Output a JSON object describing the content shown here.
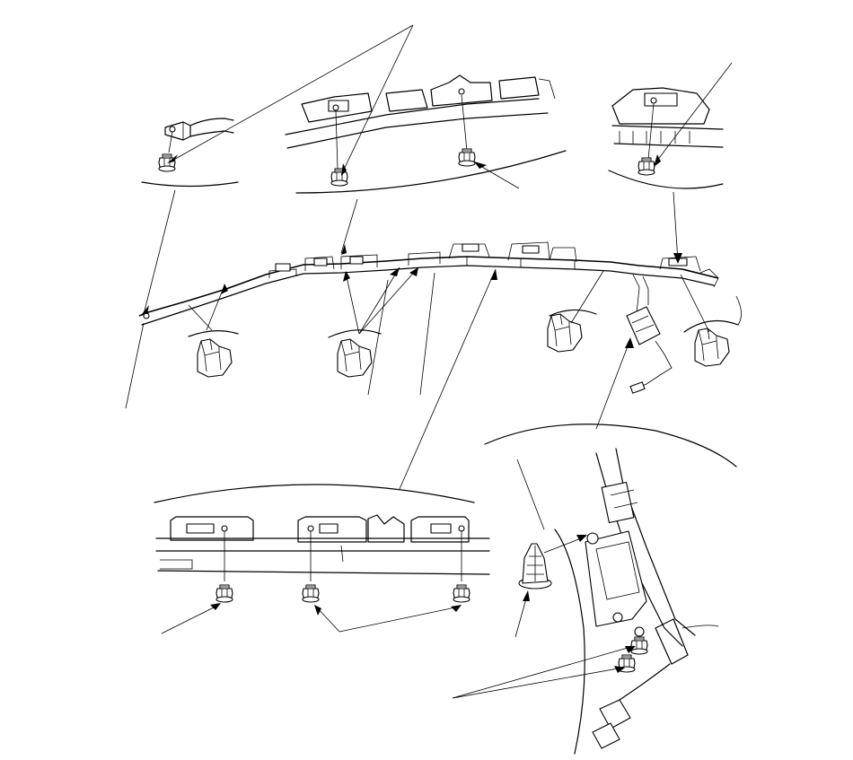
{
  "diagram": {
    "kind": "exploded assembly illustration",
    "line_color": "#000000",
    "background_color": "#ffffff",
    "labels": [],
    "parts": [
      {
        "id": "airbag-harness",
        "icon": "curtain-airbag-module"
      },
      {
        "id": "bolt",
        "icon": "hex-bolt-icon",
        "count_shown": 8
      },
      {
        "id": "clip",
        "icon": "clip-icon",
        "count_shown": 4
      },
      {
        "id": "push-clip",
        "icon": "push-clip-icon",
        "count_shown": 1
      },
      {
        "id": "inflator",
        "icon": "inflator-icon",
        "count_shown": 1
      },
      {
        "id": "connector",
        "icon": "connector-icon",
        "count_shown": 1
      }
    ],
    "callout_views": [
      {
        "id": "front-bracket-detail"
      },
      {
        "id": "center-bracket-detail"
      },
      {
        "id": "rear-bracket-detail"
      },
      {
        "id": "lower-bracket-detail"
      },
      {
        "id": "inflator-detail"
      }
    ]
  }
}
